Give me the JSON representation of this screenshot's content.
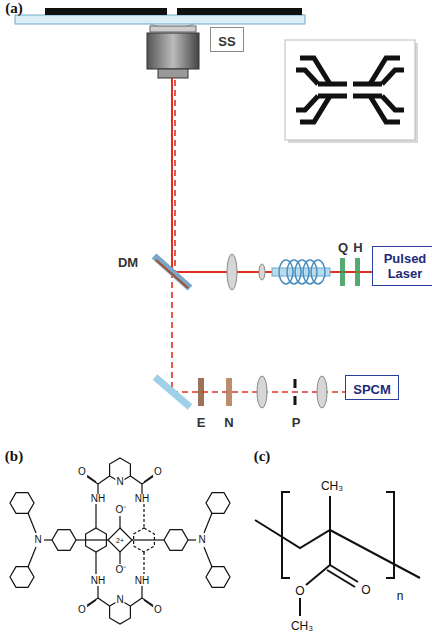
{
  "diagram": {
    "nodes": [
      {
        "text": [
          "SS"
        ]
      },
      {
        "text": [
          "Pulsed Laser"
        ]
      },
      {
        "text": [
          "SPCM"
        ]
      }
    ],
    "labels": [
      "(a)",
      "DM",
      "Q",
      "H",
      "E",
      "N",
      "P",
      "(b)",
      "O",
      "O",
      "N",
      "NH",
      "NH",
      "O⁻",
      "2+",
      "N",
      "N",
      "O⁻",
      "NH",
      "NH",
      "N",
      "O",
      "O",
      "(c)",
      "CH₃",
      "O",
      "O",
      "CH₃",
      "n"
    ]
  }
}
